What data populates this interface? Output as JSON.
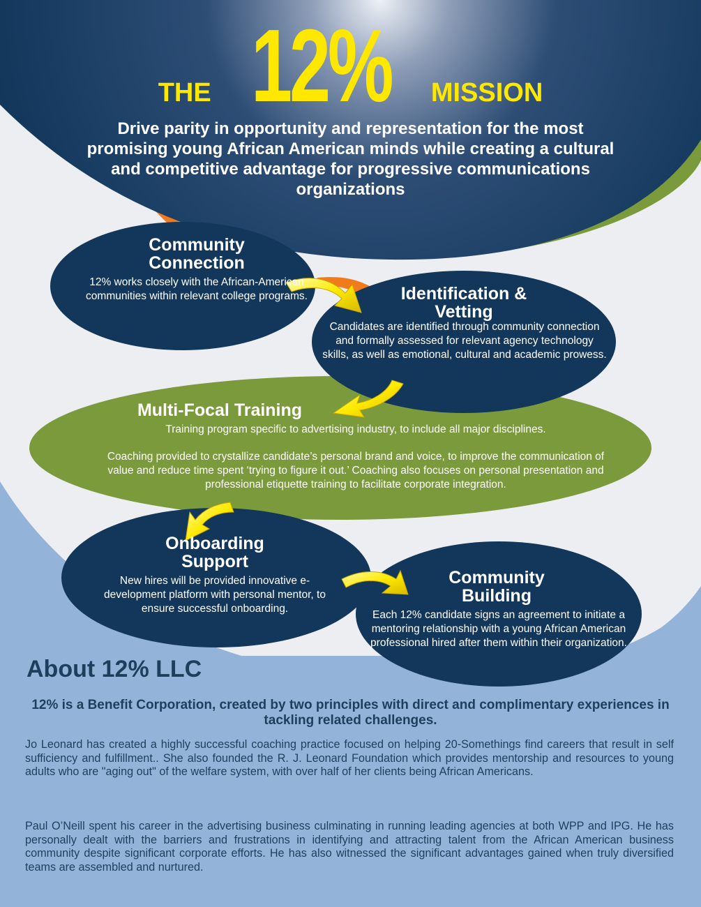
{
  "header": {
    "the": "THE",
    "big": "12%",
    "mission": "MISSION",
    "tagline": "Drive parity in opportunity and representation for the most promising young African American minds while creating a cultural and competitive advantage for progressive communications organizations"
  },
  "steps": [
    {
      "title_line1": "Community",
      "title_line2": "Connection",
      "text": "12% works closely with the African-American communities within relevant college programs."
    },
    {
      "title_line1": "Identification &",
      "title_line2": "Vetting",
      "text": "Candidates are identified through community connection and  formally assessed for relevant agency technology skills, as well as emotional, cultural and academic prowess."
    },
    {
      "title": "Multi-Focal Training",
      "text1": "Training program specific to advertising industry, to include all major disciplines.",
      "text2": "Coaching provided to crystallize candidate’s personal brand and voice, to improve the communication of value and reduce time spent ‘trying to figure it out.’ Coaching also focuses on personal presentation and professional etiquette training to facilitate corporate integration."
    },
    {
      "title_line1": "Onboarding",
      "title_line2": "Support",
      "text": "New hires will be provided innovative e-development platform with personal mentor, to ensure successful onboarding."
    },
    {
      "title_line1": "Community",
      "title_line2": "Building",
      "text": "Each 12% candidate signs an agreement to initiate a mentoring relationship with a young African American professional hired after them within their organization."
    }
  ],
  "about": {
    "heading": "About 12% LLC",
    "subheading": "12% is a Benefit Corporation, created by two principles with direct and complimentary experiences in tackling related challenges.",
    "para1": "Jo Leonard has created a highly successful coaching practice focused on helping 20-Somethings find careers that result in self sufficiency and fulfillment.. She also founded the R. J. Leonard Foundation which provides mentorship and resources to young adults who are \"aging out\" of the welfare system, with over half of her clients being African Americans.",
    "para2": "Paul O’Neill spent his career in the advertising business culminating in running leading agencies at both WPP and IPG.  He has personally dealt with the barriers and frustrations in identifying and attracting talent from the African American business community despite significant corporate efforts. He has also witnessed the significant advantages gained when truly diversified teams are assembled and nurtured."
  },
  "colors": {
    "navy": "#12375b",
    "green": "#7a9a3c",
    "orange": "#f07a1c",
    "yellow": "#ffe800",
    "light_blue": "#93b4d8",
    "about_text": "#1e3f5c"
  }
}
